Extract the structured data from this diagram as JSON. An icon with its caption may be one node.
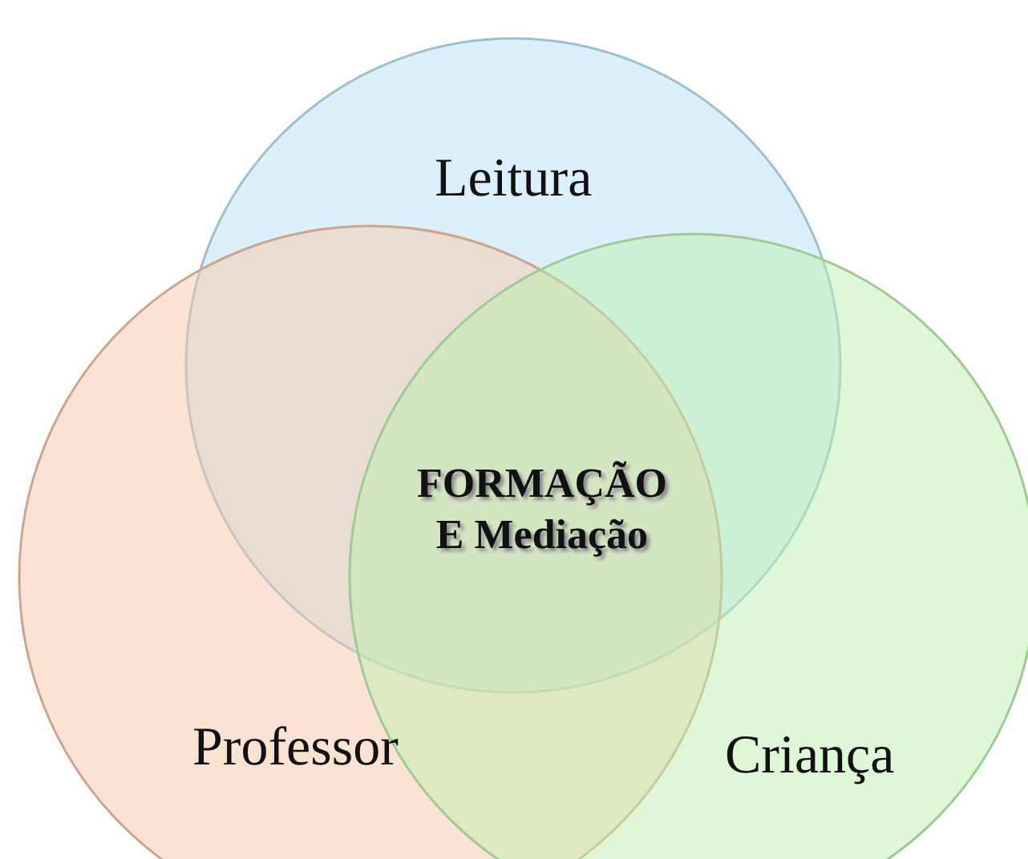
{
  "diagram": {
    "nodes": [
      {
        "text": [
          "Leitura"
        ]
      },
      {
        "text": [
          "Professor"
        ]
      },
      {
        "text": [
          "Criança"
        ]
      }
    ],
    "labels": [
      "FORMAÇÃO E Mediação"
    ]
  }
}
